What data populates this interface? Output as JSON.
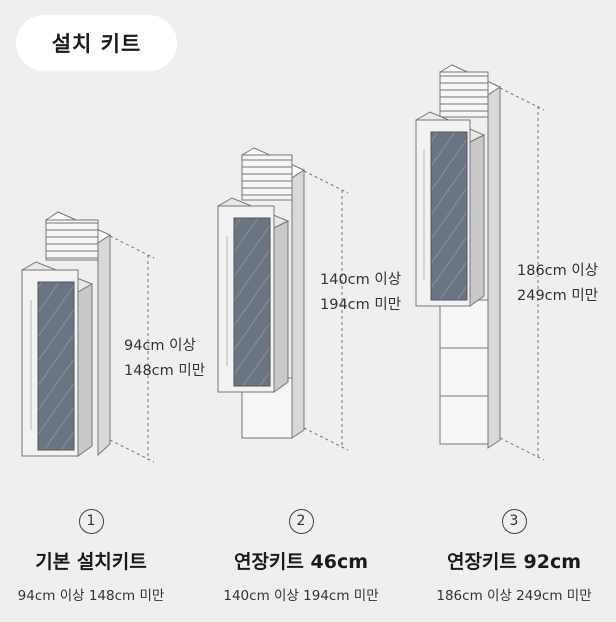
{
  "title": "설치 키트",
  "kits": [
    {
      "number": "1",
      "name": "기본 설치키트",
      "desc": "94cm 이상 148cm 미만",
      "range_line1": "94cm 이상",
      "range_line2": "148cm 미만"
    },
    {
      "number": "2",
      "name": "연장키트 46cm",
      "desc": "140cm 이상 194cm 미만",
      "range_line1": "140cm 이상",
      "range_line2": "194cm 미만"
    },
    {
      "number": "3",
      "name": "연장키트 92cm",
      "desc": "186cm 이상 249cm 미만",
      "range_line1": "186cm 이상",
      "range_line2": "249cm 미만"
    }
  ]
}
